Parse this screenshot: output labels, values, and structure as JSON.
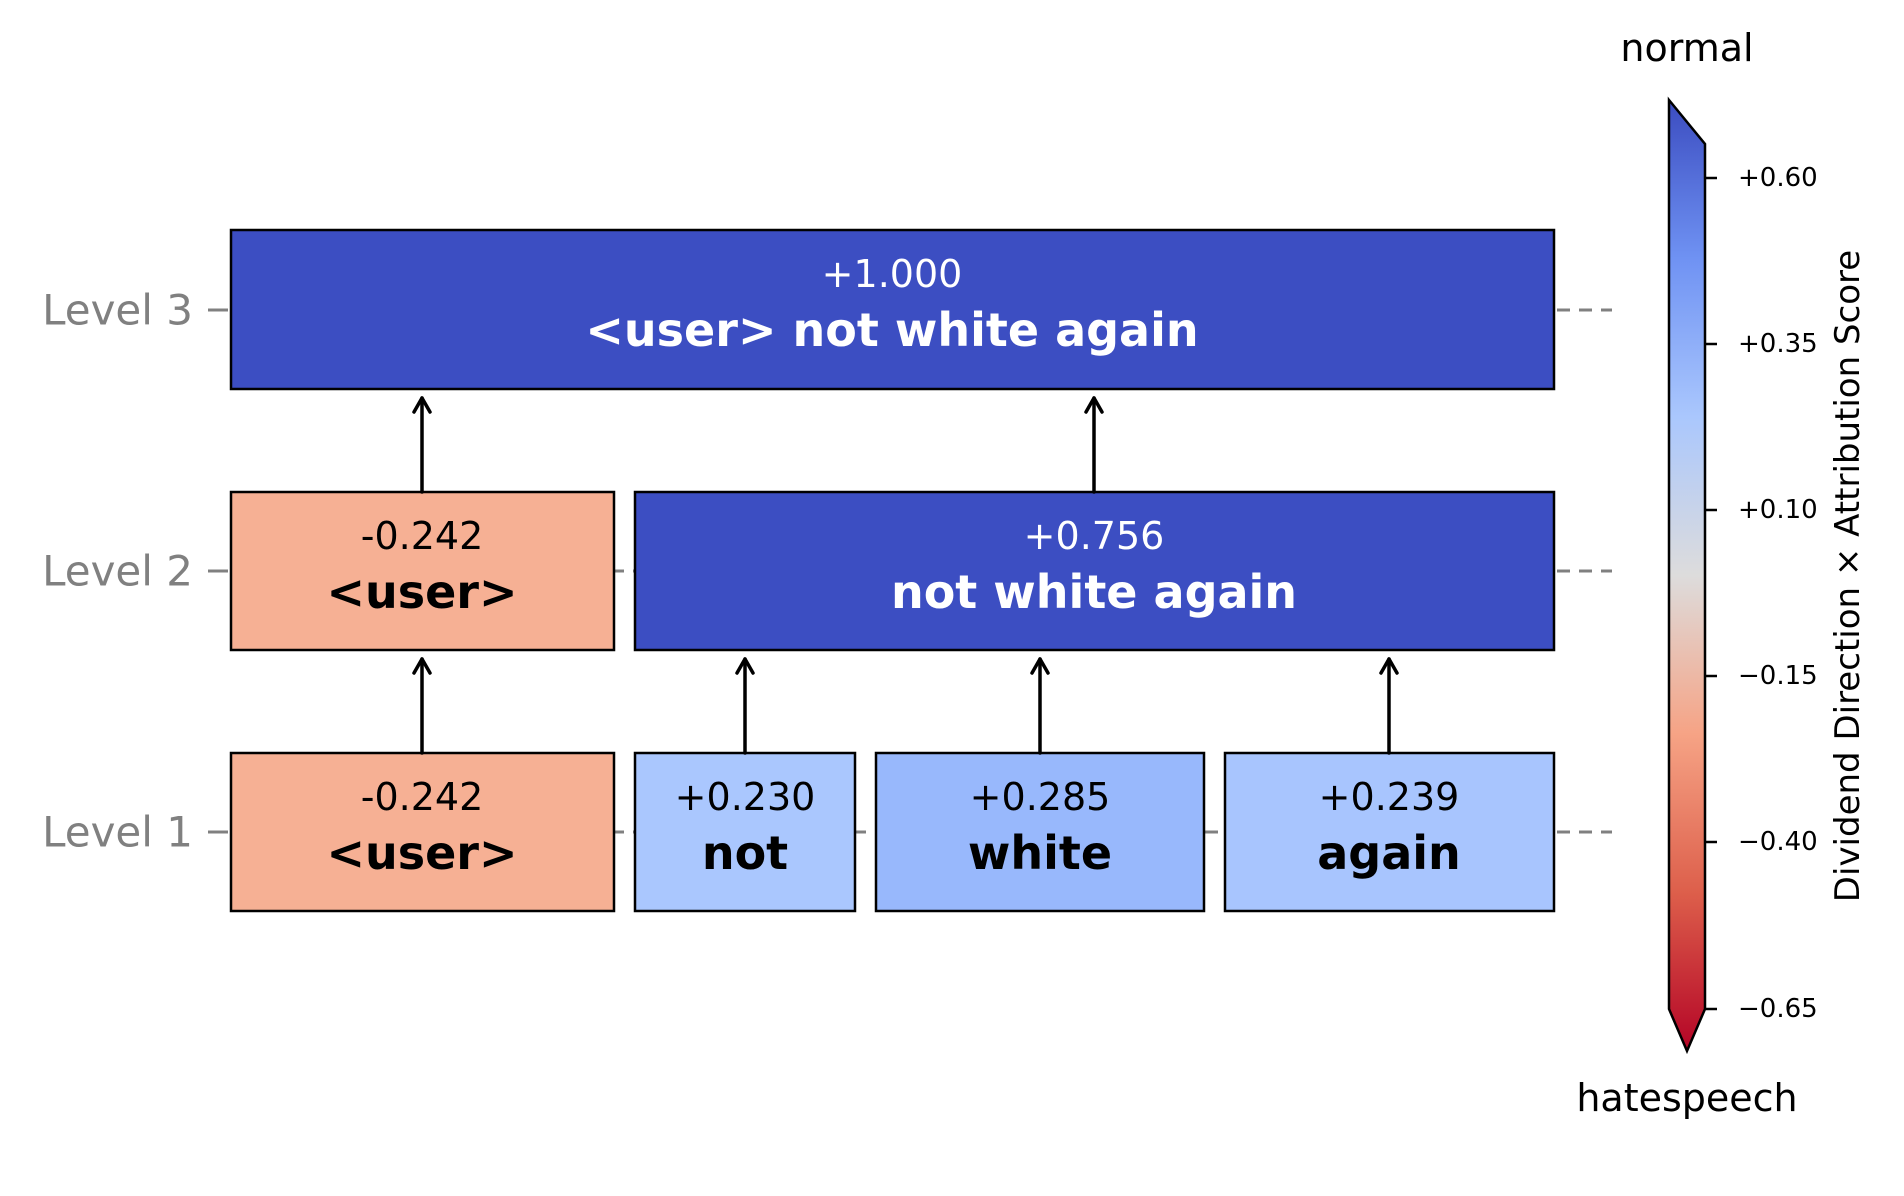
{
  "levels": [
    {
      "label": "Level 1"
    },
    {
      "label": "Level 2"
    },
    {
      "label": "Level 3"
    }
  ],
  "nodes": [
    {
      "id": "l1-user",
      "level": 1,
      "score": "-0.242",
      "text": "<user>",
      "color": "#f6b094",
      "text_color": "#000000"
    },
    {
      "id": "l1-not",
      "level": 1,
      "score": "+0.230",
      "text": "not",
      "color": "#aac7fe",
      "text_color": "#000000"
    },
    {
      "id": "l1-white",
      "level": 1,
      "score": "+0.285",
      "text": "white",
      "color": "#98b8fc",
      "text_color": "#000000"
    },
    {
      "id": "l1-again",
      "level": 1,
      "score": "+0.239",
      "text": "again",
      "color": "#a8c5fe",
      "text_color": "#000000"
    },
    {
      "id": "l2-user",
      "level": 2,
      "score": "-0.242",
      "text": "<user>",
      "color": "#f6b094",
      "text_color": "#000000"
    },
    {
      "id": "l2-nwa",
      "level": 2,
      "score": "+0.756",
      "text": "not white again",
      "color": "#3c4ec2",
      "text_color": "#ffffff"
    },
    {
      "id": "l3-all",
      "level": 3,
      "score": "+1.000",
      "text": "<user> not white again",
      "color": "#3c4ec2",
      "text_color": "#ffffff"
    }
  ],
  "colorbar": {
    "label": "Dividend Direction × Attribution Score",
    "top_label": "normal",
    "bottom_label": "hatespeech",
    "ticks": [
      "+0.60",
      "+0.35",
      "+0.10",
      "−0.15",
      "−0.40",
      "−0.65"
    ],
    "gradient_stops": [
      "#b40426",
      "#dd5f4b",
      "#f6a385",
      "#dddcdc",
      "#aac7fd",
      "#6f92f3",
      "#3b4cc0"
    ]
  }
}
